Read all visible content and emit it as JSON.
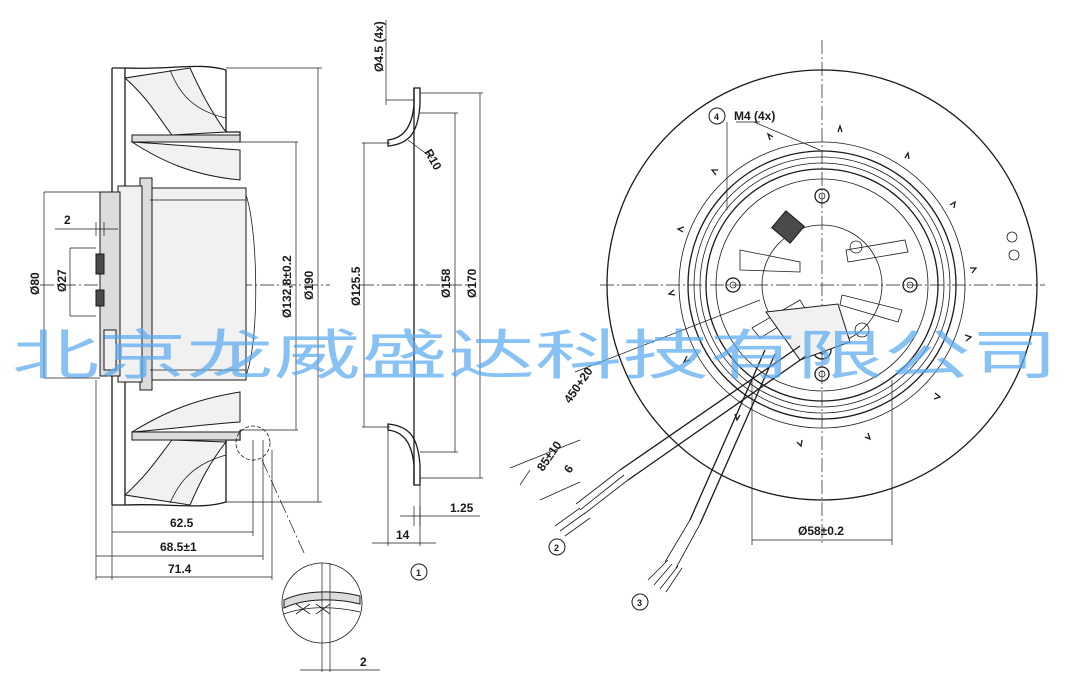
{
  "side_view": {
    "dim_2_top": "2",
    "dia_80": "Ø80",
    "dia_27": "Ø27",
    "dia_132": "Ø132,8±0.2",
    "dia_190": "Ø190",
    "len_62_5": "62.5",
    "len_68_5": "68.5±1",
    "len_71_4": "71.4",
    "detail_dim_2": "2"
  },
  "section_view": {
    "dia_4_5": "Ø4.5 (4x)",
    "radius_10": "R10",
    "dia_125_5": "Ø125.5",
    "dia_158": "Ø158",
    "dia_170": "Ø170",
    "thick_1_25": "1.25",
    "depth_14": "14",
    "callout": "1"
  },
  "front_view": {
    "callout_4": "4",
    "thread_m4": "M4 (4x)",
    "cable_450": "450+20",
    "cable_85": "85±10",
    "strip_6": "6",
    "dia_58": "Ø58±0.2",
    "callout_2": "2",
    "callout_3": "3"
  },
  "watermark": "北京龙威盛达科技有限公司",
  "colors": {
    "line": "#1a1a1a",
    "watermark": "#5aa9ee",
    "background": "#ffffff"
  }
}
